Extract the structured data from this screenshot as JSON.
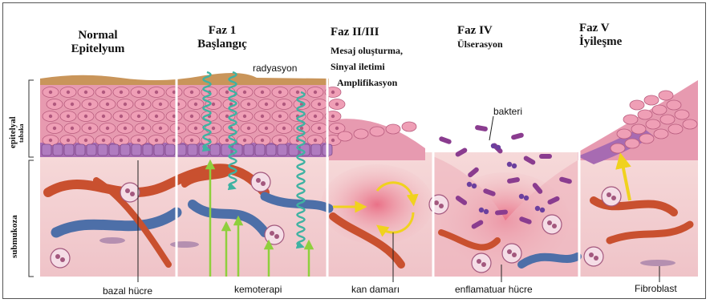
{
  "phases": [
    {
      "title": "Normal",
      "title2": "Epitelyum"
    },
    {
      "title": "Faz 1",
      "title2": "Başlangıç"
    },
    {
      "title": "Faz II/III",
      "line1": "Mesaj oluşturma,",
      "line2": "Sinyal iletimi",
      "line3": "Amplifikasyon"
    },
    {
      "title": "Faz IV",
      "title2": "Ülserasyon"
    },
    {
      "title": "Faz V",
      "title2": "İyileşme"
    }
  ],
  "side_labels": {
    "epithelial": "epitelyal",
    "epithelial_sub": "tabaka",
    "submucosa": "submukoza"
  },
  "annotations": {
    "radiation": "radyasyon",
    "bacteria": "bakteri",
    "basal_cell": "bazal hücre",
    "chemo": "kemoterapi",
    "vessel": "kan damarı",
    "inflammatory": "enflamatuar hücre",
    "fibroblast": "Fibroblast"
  },
  "colors": {
    "surface": "#c9955a",
    "epithelium": "#e79ab0",
    "basal": "#a76bb2",
    "submucosa": "#f2cdd0",
    "vessel_red": "#c9502f",
    "vessel_blue": "#4d6fa8",
    "radiation_wave": "#3fb2a2",
    "chemo_arrow": "#8fcf3d",
    "signal_arrow": "#f0d21e",
    "bacteria": "#8a3c8f"
  }
}
